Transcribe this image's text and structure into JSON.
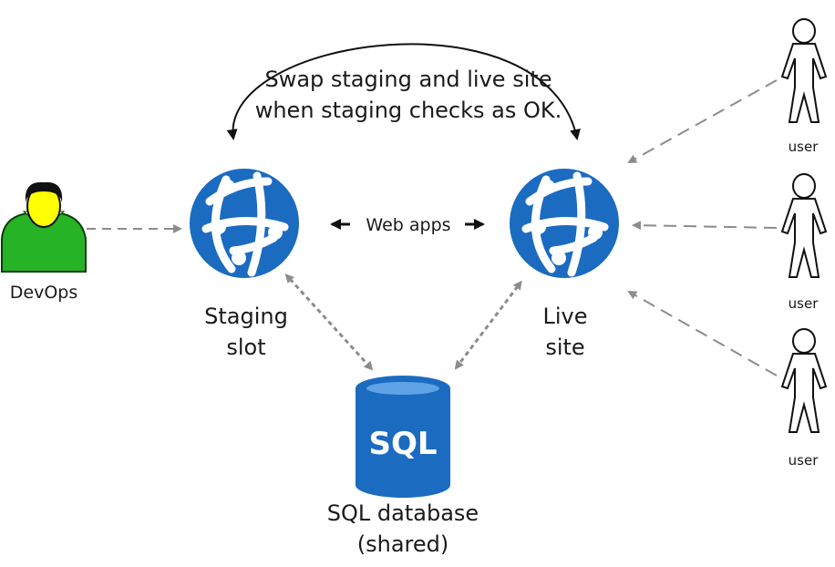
{
  "swap_label": {
    "line1": "Swap staging and live site",
    "line2": "when staging checks as OK."
  },
  "web_apps_label": "Web apps",
  "devops_label": "DevOps",
  "staging": {
    "line1": "Staging",
    "line2": "slot"
  },
  "live": {
    "line1": "Live",
    "line2": "site"
  },
  "database": {
    "line1": "SQL database",
    "line2": "(shared)",
    "icon_text": "SQL"
  },
  "users": [
    {
      "label": "user"
    },
    {
      "label": "user"
    },
    {
      "label": "user"
    }
  ],
  "colors": {
    "azure_blue": "#1B6BC0",
    "devops_green": "#26B326",
    "devops_face": "#FFFF00",
    "arrow_gray": "#8C8C8C"
  }
}
